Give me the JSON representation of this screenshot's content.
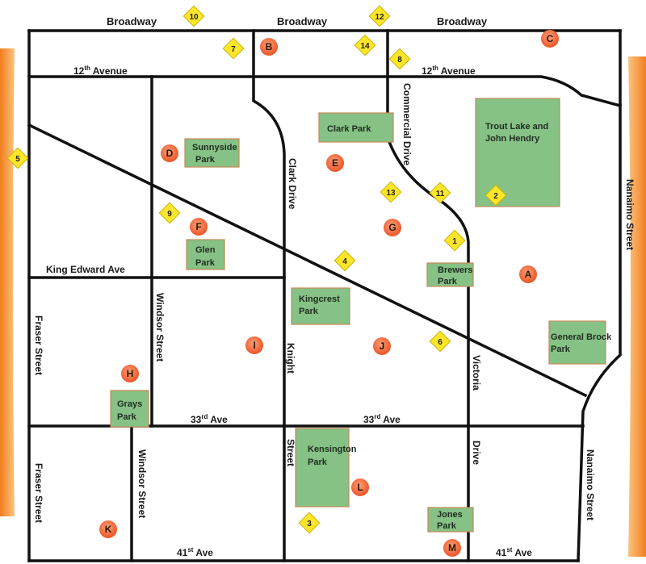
{
  "colors": {
    "road": "#111111",
    "park_fill": "#86c186",
    "park_stroke": "#c58a55",
    "marker_fill": "#f26a3d",
    "marker_glow": "#f8b08f",
    "diamond_fill": "#fde62a",
    "diamond_stroke": "#c9b200",
    "side_band_light": "#fbc37e",
    "side_band_dark": "#f27e1e"
  },
  "streets": {
    "broadway_w": "Broadway",
    "broadway_m": "Broadway",
    "broadway_e": "Broadway",
    "ave12_w": "12",
    "ave12_w_sup": "th",
    "ave12_w_rest": " Avenue",
    "ave12_e": "12",
    "ave12_e_sup": "th",
    "ave12_e_rest": " Avenue",
    "king_edward": "King Edward Ave",
    "ave33_w": "33",
    "ave33_w_sup": "rd",
    "ave33_w_rest": " Ave",
    "ave33_e": "33",
    "ave33_e_sup": "rd",
    "ave33_e_rest": " Ave",
    "ave41_w": "41",
    "ave41_w_sup": "st",
    "ave41_w_rest": " Ave",
    "ave41_e": "41",
    "ave41_e_sup": "st",
    "ave41_e_rest": " Ave",
    "clark_drive": "Clark Drive",
    "commercial_drive": "Commercial Drive",
    "nanaimo_n": "Nanaimo Street",
    "nanaimo_s": "Nanaimo Street",
    "fraser_n": "Fraser Street",
    "fraser_s": "Fraser Street",
    "windsor_n": "Windsor Street",
    "windsor_s": "Windsor Street",
    "knight": "Knight",
    "street": "Street",
    "victoria": "Victoria",
    "drive": "Drive"
  },
  "parks": {
    "clark": [
      "Clark Park"
    ],
    "trout_lake": [
      "Trout Lake and",
      "John Hendry"
    ],
    "sunnyside": [
      "Sunnyside",
      "Park"
    ],
    "glen": [
      "Glen",
      "Park"
    ],
    "brewers": [
      "Brewers",
      "Park"
    ],
    "kingcrest": [
      "Kingcrest",
      "Park"
    ],
    "general_brock": [
      "General Brock",
      "Park"
    ],
    "grays": [
      "Grays",
      "Park"
    ],
    "kensington": [
      "Kensington",
      "Park"
    ],
    "jones": [
      "Jones",
      "Park"
    ]
  },
  "markers": {
    "a": "A",
    "b": "B",
    "c": "C",
    "d": "D",
    "e": "E",
    "f": "F",
    "g": "G",
    "h": "H",
    "i": "I",
    "j": "J",
    "k": "K",
    "l": "L",
    "m": "M"
  },
  "diamonds": {
    "d1": "1",
    "d2": "2",
    "d3": "3",
    "d4": "4",
    "d5": "5",
    "d6": "6",
    "d7": "7",
    "d8": "8",
    "d9": "9",
    "d10": "10",
    "d11": "11",
    "d12": "12",
    "d13": "13",
    "d14": "14"
  }
}
